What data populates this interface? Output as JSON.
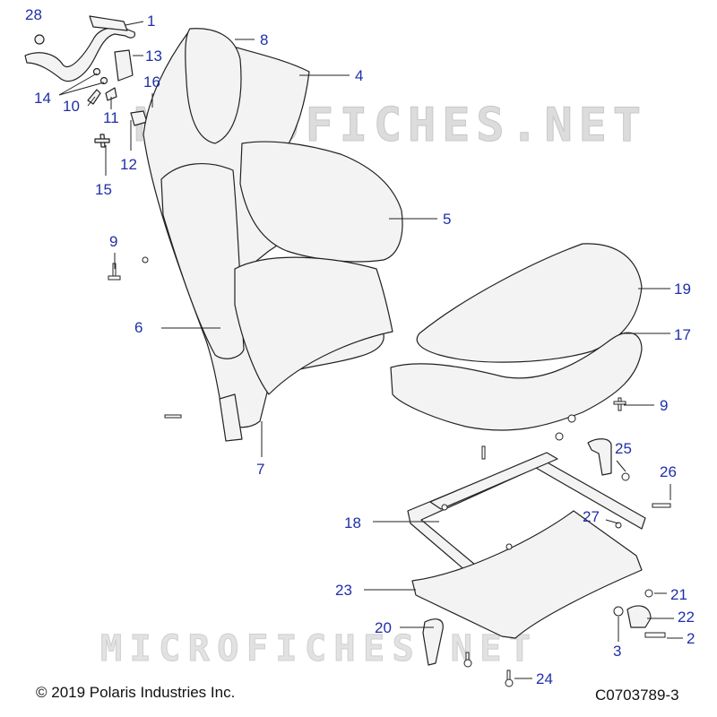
{
  "diagram": {
    "callouts": [
      {
        "id": "c1",
        "label": "1"
      },
      {
        "id": "c2",
        "label": "2"
      },
      {
        "id": "c3",
        "label": "3"
      },
      {
        "id": "c4",
        "label": "4"
      },
      {
        "id": "c5",
        "label": "5"
      },
      {
        "id": "c6",
        "label": "6"
      },
      {
        "id": "c7",
        "label": "7"
      },
      {
        "id": "c8",
        "label": "8"
      },
      {
        "id": "c9a",
        "label": "9"
      },
      {
        "id": "c9b",
        "label": "9"
      },
      {
        "id": "c10",
        "label": "10"
      },
      {
        "id": "c11",
        "label": "11"
      },
      {
        "id": "c12",
        "label": "12"
      },
      {
        "id": "c13",
        "label": "13"
      },
      {
        "id": "c14",
        "label": "14"
      },
      {
        "id": "c15",
        "label": "15"
      },
      {
        "id": "c16",
        "label": "16"
      },
      {
        "id": "c17",
        "label": "17"
      },
      {
        "id": "c18",
        "label": "18"
      },
      {
        "id": "c19",
        "label": "19"
      },
      {
        "id": "c20",
        "label": "20"
      },
      {
        "id": "c21",
        "label": "21"
      },
      {
        "id": "c22",
        "label": "22"
      },
      {
        "id": "c23",
        "label": "23"
      },
      {
        "id": "c24",
        "label": "24"
      },
      {
        "id": "c25",
        "label": "25"
      },
      {
        "id": "c26",
        "label": "26"
      },
      {
        "id": "c27",
        "label": "27"
      },
      {
        "id": "c28",
        "label": "28"
      }
    ],
    "watermark": "MICROFICHES.NET",
    "copyright": "© 2019 Polaris Industries Inc.",
    "drawing_code": "C0703789-3",
    "colors": {
      "callout": "#1f2fa8",
      "line": "#222222",
      "part_fill": "#f3f3f3",
      "watermark": "#d9d9d9"
    }
  }
}
